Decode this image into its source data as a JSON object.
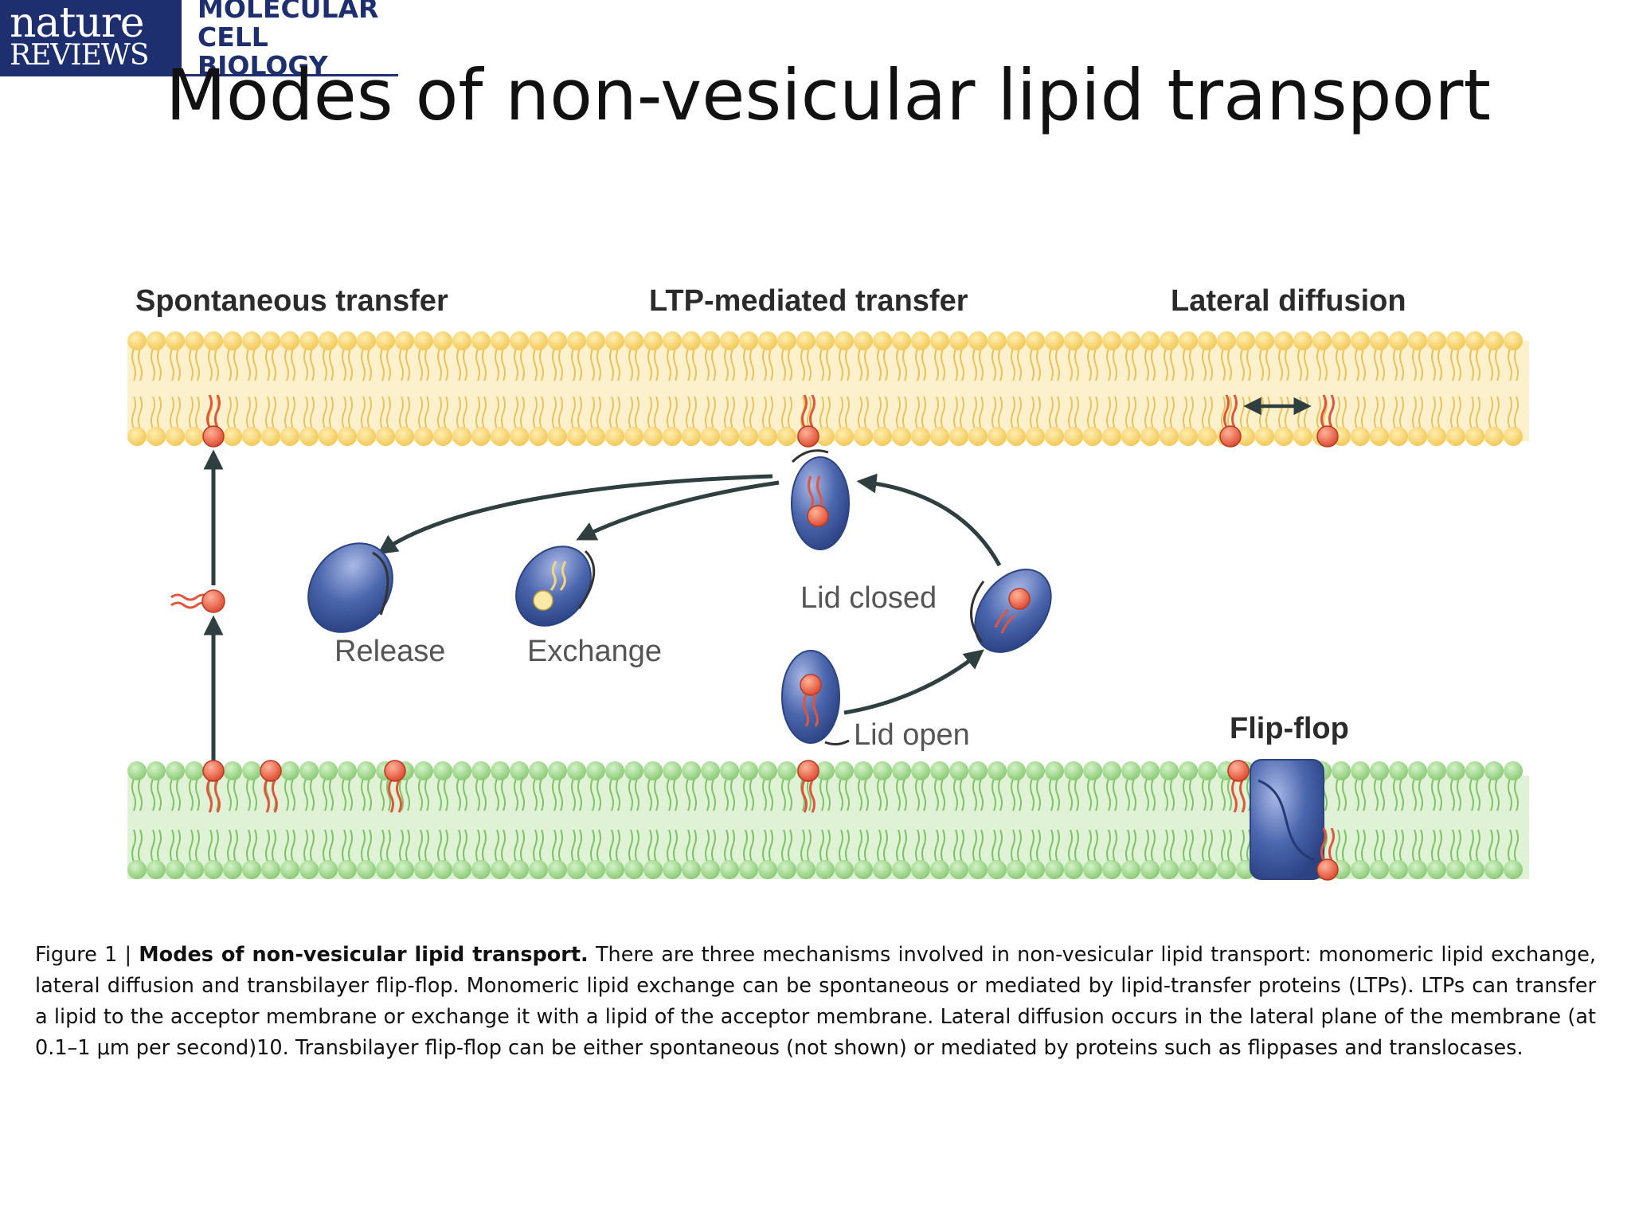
{
  "logo": {
    "line1": "nature",
    "line2": "REVIEWS",
    "line3": "MOLECULAR",
    "line4": "CELL BIOLOGY"
  },
  "title": "Modes of non-vesicular lipid transport",
  "diagram": {
    "headings": {
      "spontaneous": "Spontaneous transfer",
      "ltp": "LTP-mediated transfer",
      "lateral": "Lateral diffusion",
      "flipflop": "Flip-flop"
    },
    "labels": {
      "release": "Release",
      "exchange": "Exchange",
      "lid_closed": "Lid closed",
      "lid_open": "Lid open"
    },
    "colors": {
      "upper_membrane": "#f6cf62",
      "lower_membrane": "#8dcf7a",
      "lipid_head": "#e8553a",
      "protein": "#3c5799",
      "arrow": "#2f3f3f"
    }
  },
  "caption": {
    "figure_label": "Figure 1 | ",
    "bold_title": "Modes of non-vesicular lipid transport.",
    "text": " There are three mechanisms involved in non-vesicular lipid transport: monomeric lipid exchange, lateral diffusion and transbilayer flip-flop. Monomeric lipid exchange can be spontaneous or mediated by lipid-transfer proteins (LTPs). LTPs can transfer a lipid to the acceptor membrane or exchange it with a lipid of the acceptor membrane. Lateral diffusion occurs in the lateral plane of the membrane (at 0.1–1 μm per second)10. Transbilayer flip-flop can be either spontaneous (not shown) or mediated by proteins such as flippases and translocases."
  }
}
